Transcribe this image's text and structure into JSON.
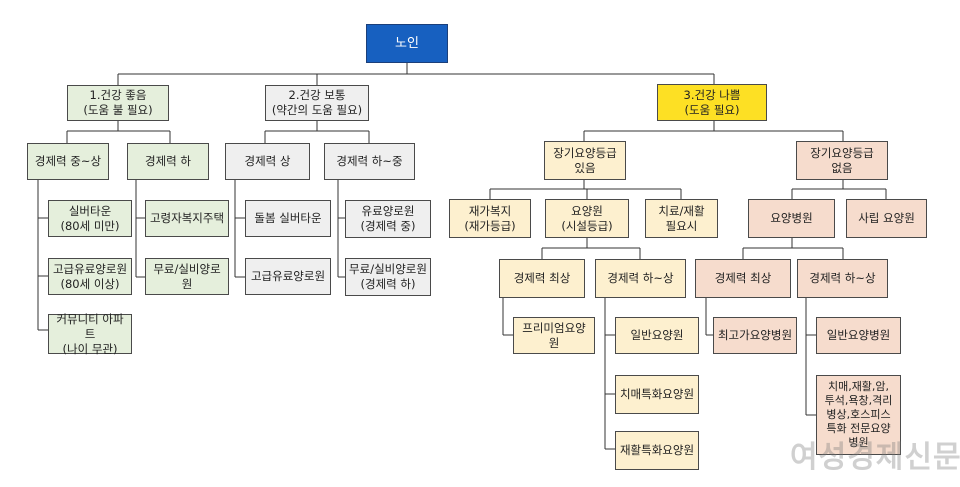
{
  "root": "노인",
  "health_good": {
    "title": "1.건강 좋음\n(도움 불 필요)",
    "wealth_mid_high": "경제력 중~상",
    "wealth_low": "경제력 하",
    "silver_town": "실버타운\n(80세 미만)",
    "premium_home": "고급유료양로원\n(80세 이상)",
    "community_apt": "커뮤니티 아파트\n(나이 무관)",
    "senior_housing": "고령자복지주택",
    "free_home": "무료/실비양로원"
  },
  "health_normal": {
    "title": "2.건강 보통\n(약간의 도움 필요)",
    "wealth_high": "경제력 상",
    "wealth_low_mid": "경제력 하~중",
    "care_silver_town": "돌봄 실버타운",
    "premium_home": "고급유료양로원",
    "paid_home": "유료양로원\n(경제력 중)",
    "free_home": "무료/실비양로원\n(경제력 하)"
  },
  "health_bad": {
    "title": "3.건강 나쁨\n(도움 필요)",
    "ltc_yes": "장기요양등급\n있음",
    "ltc_no": "장기요양등급\n없음",
    "home_care": "재가복지\n(재가등급)",
    "nursing_facility": "요양원\n(시설등급)",
    "treatment_rehab": "치료/재활\n필요시",
    "nursing_hospital": "요양병원",
    "private_facility": "사립 요양원",
    "f_top": "경제력 최상",
    "f_low_high": "경제력 하~상",
    "premium_facility": "프리미엄요양원",
    "general_facility": "일반요양원",
    "dementia_facility": "치매특화요양원",
    "rehab_facility": "재활특화요양원",
    "h_top": "경제력 최상",
    "h_low_high": "경제력 하~상",
    "luxury_hospital": "최고가요양병원",
    "general_hospital": "일반요양병원",
    "specialized_hospital": "치매,재활,암,\n투석,욕창,격리\n병상,호스피스\n특화 전문요양\n병원"
  },
  "watermark": "여성경제신문",
  "colors": {
    "root": "#1760c0",
    "bad_health": "#fde024",
    "good": "#e5efdc",
    "normal": "#efefef",
    "facility": "#fdf0cf",
    "hospital": "#f6dccd"
  }
}
